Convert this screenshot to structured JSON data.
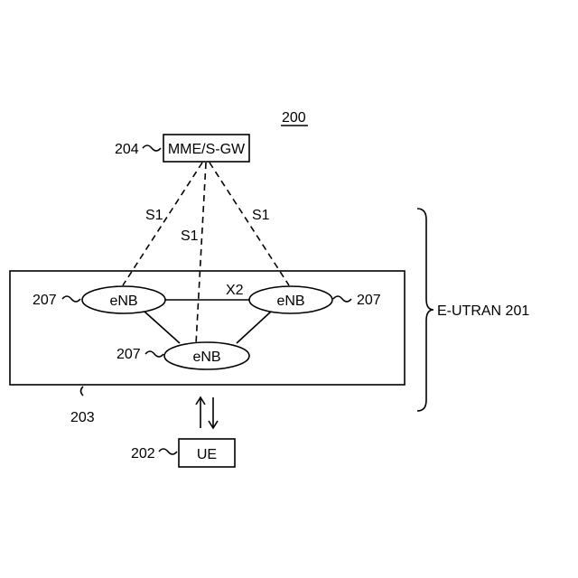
{
  "figure": {
    "number": "200"
  },
  "mme": {
    "label": "MME/S-GW",
    "ref": "204"
  },
  "links": {
    "s1_left": "S1",
    "s1_center": "S1",
    "s1_right": "S1",
    "x2": "X2"
  },
  "enb_left": {
    "label": "eNB",
    "ref": "207"
  },
  "enb_right": {
    "label": "eNB",
    "ref": "207"
  },
  "enb_bottom": {
    "label": "eNB",
    "ref": "207"
  },
  "eutran": {
    "label": "E-UTRAN 201",
    "box_ref": "203"
  },
  "ue": {
    "label": "UE",
    "ref": "202"
  }
}
